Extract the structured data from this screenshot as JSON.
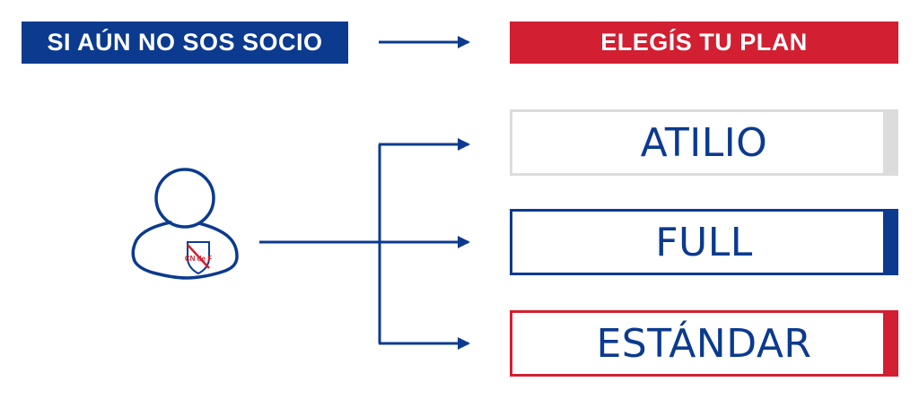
{
  "header": {
    "left_banner": "SI AÚN NO SOS SOCIO",
    "right_banner": "ELEGÍS TU PLAN"
  },
  "member": {
    "badge_text": "CN de F"
  },
  "plans": [
    {
      "label": "ATILIO",
      "border_color": "#dcdcdc",
      "accent_color": "#dcdcdc"
    },
    {
      "label": "FULL",
      "border_color": "#0b3a8f",
      "accent_color": "#0b3a8f"
    },
    {
      "label": "ESTÁNDAR",
      "border_color": "#d21f32",
      "accent_color": "#d21f32"
    }
  ],
  "colors": {
    "blue": "#0b3a8f",
    "red": "#d21f32",
    "grey": "#dcdcdc"
  }
}
